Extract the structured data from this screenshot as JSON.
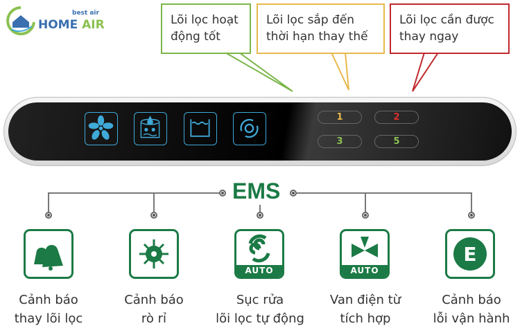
{
  "logo": {
    "tagline": "best air",
    "name_part1": "HOME",
    "name_part2": "AIR"
  },
  "callouts": [
    {
      "line1": "Lõi lọc hoạt",
      "line2": "động tốt",
      "color": "#7ab648"
    },
    {
      "line1": "Lõi lọc sắp đến",
      "line2": "thời hạn thay thế",
      "color": "#e8b84a"
    },
    {
      "line1": "Lõi lọc cần được",
      "line2": "thay ngay",
      "color": "#c0282d"
    }
  ],
  "panel": {
    "buttons": [
      {
        "label": "1",
        "color": "#e8b84a"
      },
      {
        "label": "2",
        "color": "#e0302e"
      },
      {
        "label": "3",
        "color": "#8cc152"
      },
      {
        "label": "5",
        "color": "#8cc152"
      }
    ]
  },
  "ems": {
    "title": "EMS"
  },
  "features": [
    {
      "line1": "Cảnh báo",
      "line2": "thay lõi lọc",
      "icon": "bells-icon"
    },
    {
      "line1": "Cảnh báo",
      "line2": "rò rỉ",
      "icon": "leak-icon"
    },
    {
      "line1": "Sục rửa",
      "line2": "lõi lọc tự động",
      "icon": "swirl-icon",
      "badge": "AUTO"
    },
    {
      "line1": "Van điện từ",
      "line2": "tích hợp",
      "icon": "valve-icon",
      "badge": "AUTO"
    },
    {
      "line1": "Cảnh báo",
      "line2": "lỗi vận hành",
      "icon": "error-e-icon"
    }
  ]
}
